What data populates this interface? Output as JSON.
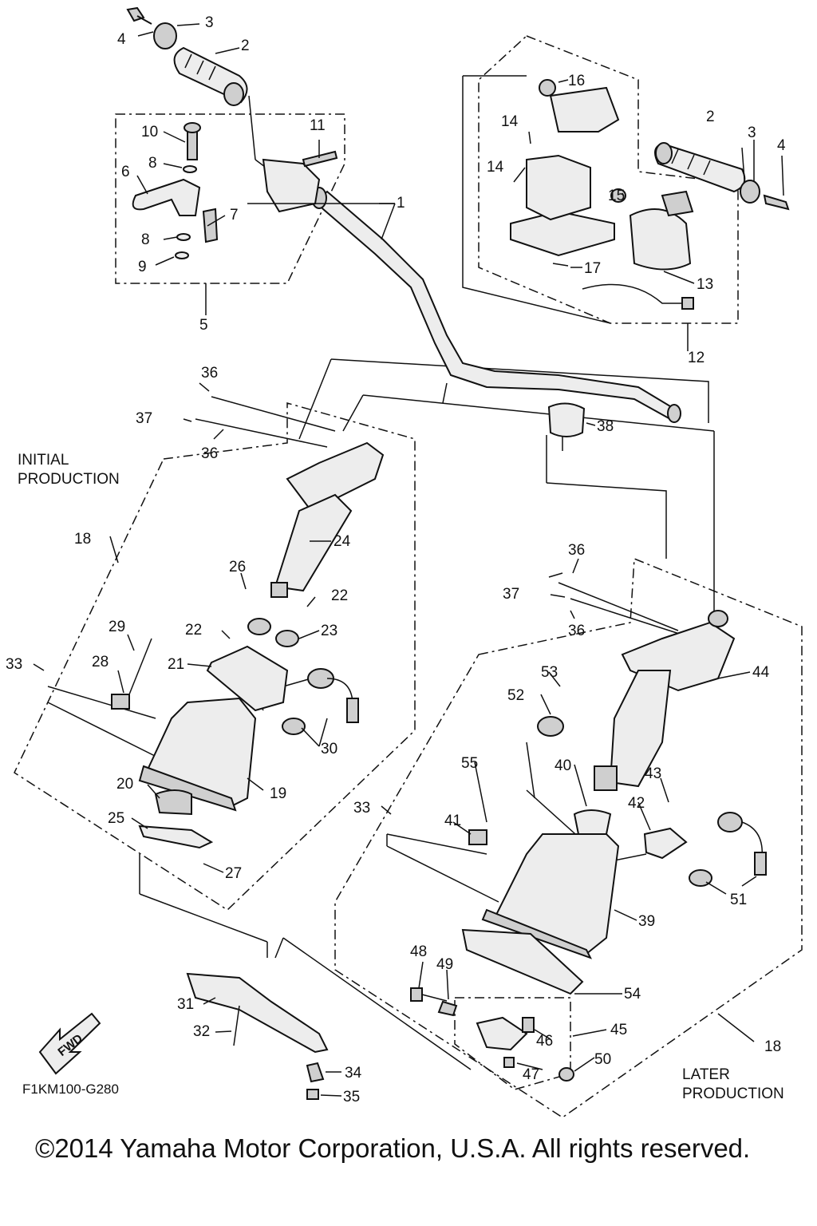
{
  "figure_code": "F1KM100-G280",
  "fwd_label": "FWD",
  "copyright": "©2014 Yamaha Motor Corporation, U.S.A. All rights reserved.",
  "captions": {
    "initial_line1": "INITIAL",
    "initial_line2": "PRODUCTION",
    "later_line1": "LATER",
    "later_line2": "PRODUCTION"
  },
  "callouts": [
    "1",
    "2",
    "3",
    "4",
    "5",
    "6",
    "7",
    "8",
    "9",
    "10",
    "11",
    "12",
    "13",
    "14",
    "15",
    "16",
    "17",
    "18",
    "19",
    "20",
    "21",
    "22",
    "23",
    "24",
    "25",
    "26",
    "27",
    "28",
    "29",
    "30",
    "31",
    "32",
    "33",
    "34",
    "35",
    "36",
    "37",
    "38",
    "39",
    "40",
    "41",
    "42",
    "43",
    "44",
    "45",
    "46",
    "47",
    "48",
    "49",
    "50",
    "51",
    "52",
    "53",
    "54",
    "55"
  ]
}
